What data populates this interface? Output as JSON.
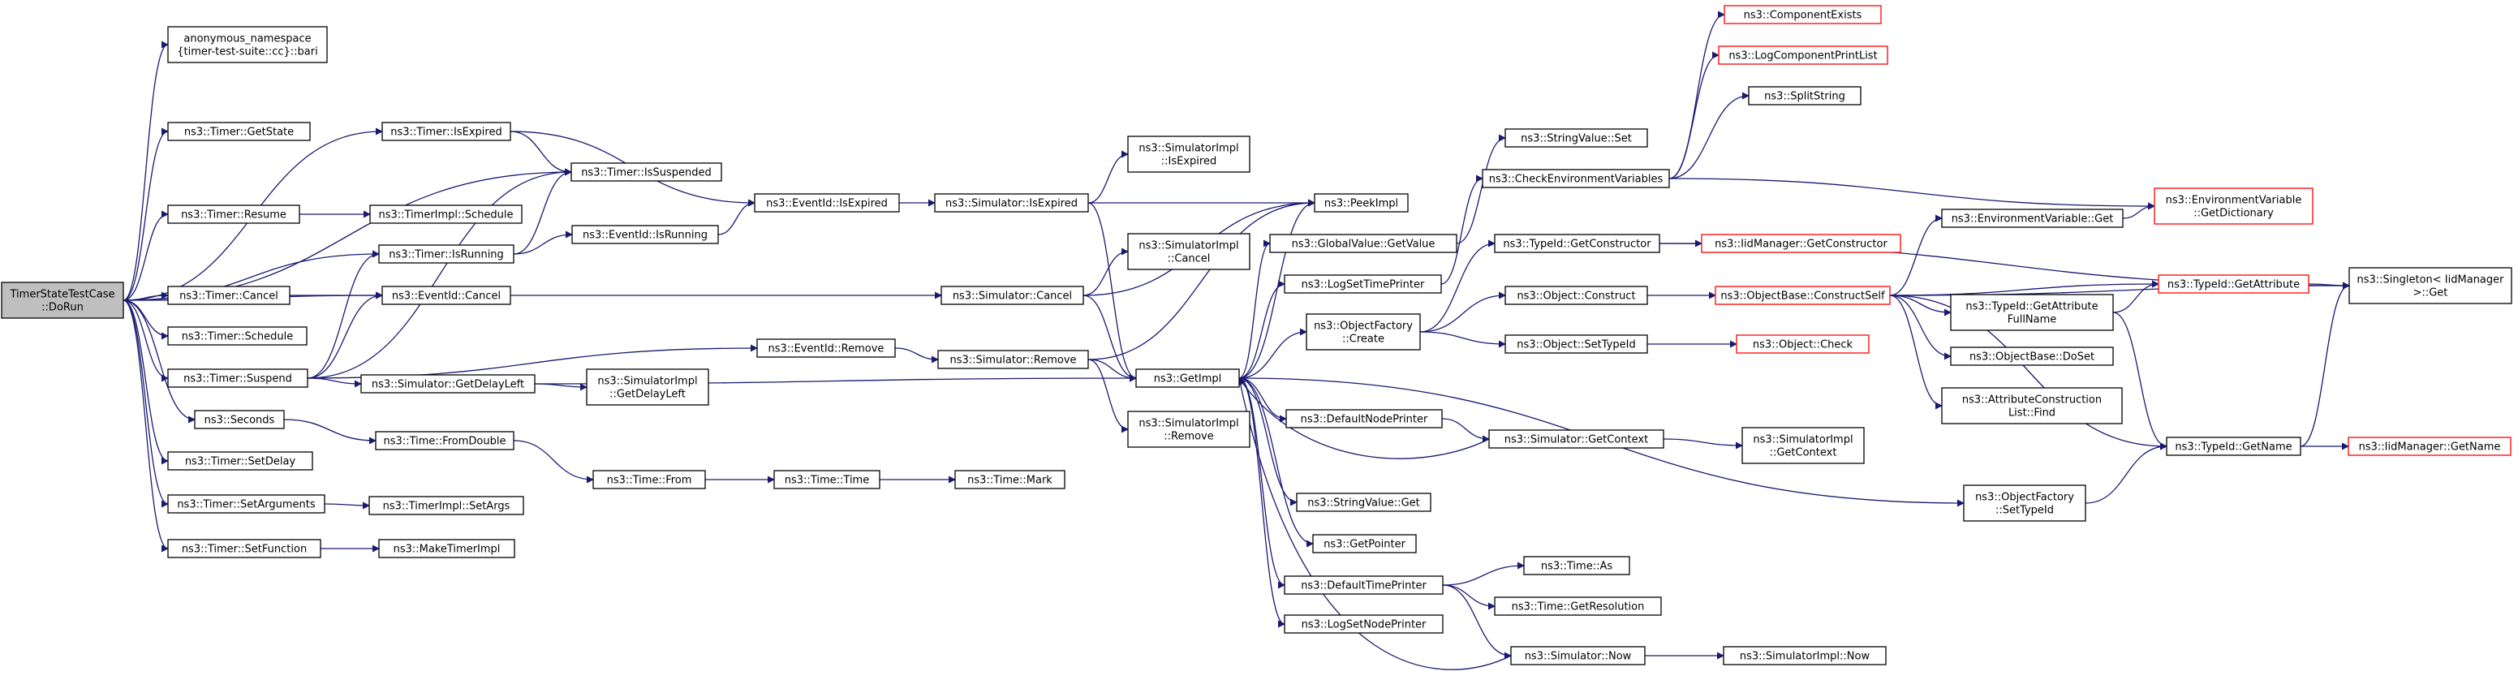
{
  "diagram": {
    "colors": {
      "edge": "#191970",
      "node_border": "#000000",
      "missing_border": "#ff0000",
      "root_fill": "#bfbfbf"
    },
    "nodes": [
      {
        "id": "root",
        "lines": [
          "TimerStateTestCase",
          "::DoRun"
        ],
        "style": "root"
      },
      {
        "id": "bari",
        "lines": [
          "anonymous_namespace",
          "{timer-test-suite::cc}::bari"
        ]
      },
      {
        "id": "getstate",
        "lines": [
          "ns3::Timer::GetState"
        ]
      },
      {
        "id": "timer_isexpired",
        "lines": [
          "ns3::Timer::IsExpired"
        ]
      },
      {
        "id": "timer_issuspended",
        "lines": [
          "ns3::Timer::IsSuspended"
        ]
      },
      {
        "id": "resume",
        "lines": [
          "ns3::Timer::Resume"
        ]
      },
      {
        "id": "timerimpl_schedule",
        "lines": [
          "ns3::TimerImpl::Schedule"
        ]
      },
      {
        "id": "timer_isrunning",
        "lines": [
          "ns3::Timer::IsRunning"
        ]
      },
      {
        "id": "eventid_isrunning",
        "lines": [
          "ns3::EventId::IsRunning"
        ]
      },
      {
        "id": "eventid_isexpired",
        "lines": [
          "ns3::EventId::IsExpired"
        ]
      },
      {
        "id": "sim_isexpired",
        "lines": [
          "ns3::Simulator::IsExpired"
        ]
      },
      {
        "id": "simimpl_isexpired",
        "lines": [
          "ns3::SimulatorImpl",
          "::IsExpired"
        ]
      },
      {
        "id": "peekimpl",
        "lines": [
          "ns3::PeekImpl"
        ]
      },
      {
        "id": "timer_cancel",
        "lines": [
          "ns3::Timer::Cancel"
        ]
      },
      {
        "id": "eventid_cancel",
        "lines": [
          "ns3::EventId::Cancel"
        ]
      },
      {
        "id": "sim_cancel",
        "lines": [
          "ns3::Simulator::Cancel"
        ]
      },
      {
        "id": "simimpl_cancel",
        "lines": [
          "ns3::SimulatorImpl",
          "::Cancel"
        ]
      },
      {
        "id": "timer_schedule",
        "lines": [
          "ns3::Timer::Schedule"
        ]
      },
      {
        "id": "timer_suspend",
        "lines": [
          "ns3::Timer::Suspend"
        ]
      },
      {
        "id": "sim_getdelayleft",
        "lines": [
          "ns3::Simulator::GetDelayLeft"
        ]
      },
      {
        "id": "simimpl_getdelayleft",
        "lines": [
          "ns3::SimulatorImpl",
          "::GetDelayLeft"
        ]
      },
      {
        "id": "eventid_remove",
        "lines": [
          "ns3::EventId::Remove"
        ]
      },
      {
        "id": "sim_remove",
        "lines": [
          "ns3::Simulator::Remove"
        ]
      },
      {
        "id": "simimpl_remove",
        "lines": [
          "ns3::SimulatorImpl",
          "::Remove"
        ]
      },
      {
        "id": "getimpl",
        "lines": [
          "ns3::GetImpl"
        ]
      },
      {
        "id": "seconds",
        "lines": [
          "ns3::Seconds"
        ]
      },
      {
        "id": "time_fromdouble",
        "lines": [
          "ns3::Time::FromDouble"
        ]
      },
      {
        "id": "time_from",
        "lines": [
          "ns3::Time::From"
        ]
      },
      {
        "id": "time_time",
        "lines": [
          "ns3::Time::Time"
        ]
      },
      {
        "id": "time_mark",
        "lines": [
          "ns3::Time::Mark"
        ]
      },
      {
        "id": "setdelay",
        "lines": [
          "ns3::Timer::SetDelay"
        ]
      },
      {
        "id": "setarguments",
        "lines": [
          "ns3::Timer::SetArguments"
        ]
      },
      {
        "id": "setargs",
        "lines": [
          "ns3::TimerImpl::SetArgs"
        ]
      },
      {
        "id": "setfunction",
        "lines": [
          "ns3::Timer::SetFunction"
        ]
      },
      {
        "id": "maketimerimpl",
        "lines": [
          "ns3::MakeTimerImpl"
        ]
      },
      {
        "id": "globalvalue_getvalue",
        "lines": [
          "ns3::GlobalValue::GetValue"
        ]
      },
      {
        "id": "logsettimeprinter",
        "lines": [
          "ns3::LogSetTimePrinter"
        ]
      },
      {
        "id": "objectfactory_create",
        "lines": [
          "ns3::ObjectFactory",
          "::Create"
        ]
      },
      {
        "id": "defaultnodeprinter",
        "lines": [
          "ns3::DefaultNodePrinter"
        ]
      },
      {
        "id": "sim_getcontext",
        "lines": [
          "ns3::Simulator::GetContext"
        ]
      },
      {
        "id": "simimpl_getcontext",
        "lines": [
          "ns3::SimulatorImpl",
          "::GetContext"
        ]
      },
      {
        "id": "stringvalue_get",
        "lines": [
          "ns3::StringValue::Get"
        ]
      },
      {
        "id": "getpointer",
        "lines": [
          "ns3::GetPointer"
        ]
      },
      {
        "id": "defaulttimeprinter",
        "lines": [
          "ns3::DefaultTimePrinter"
        ]
      },
      {
        "id": "logsetnodeprinter",
        "lines": [
          "ns3::LogSetNodePrinter"
        ]
      },
      {
        "id": "time_as",
        "lines": [
          "ns3::Time::As"
        ]
      },
      {
        "id": "time_getresolution",
        "lines": [
          "ns3::Time::GetResolution"
        ]
      },
      {
        "id": "sim_now",
        "lines": [
          "ns3::Simulator::Now"
        ]
      },
      {
        "id": "simimpl_now",
        "lines": [
          "ns3::SimulatorImpl::Now"
        ]
      },
      {
        "id": "stringvalue_set",
        "lines": [
          "ns3::StringValue::Set"
        ]
      },
      {
        "id": "checkenv",
        "lines": [
          "ns3::CheckEnvironmentVariables"
        ]
      },
      {
        "id": "componentexists",
        "lines": [
          "ns3::ComponentExists"
        ],
        "style": "red"
      },
      {
        "id": "logcomponentprintlist",
        "lines": [
          "ns3::LogComponentPrintList"
        ],
        "style": "red"
      },
      {
        "id": "splitstring",
        "lines": [
          "ns3::SplitString"
        ]
      },
      {
        "id": "typeid_getconstructor",
        "lines": [
          "ns3::TypeId::GetConstructor"
        ]
      },
      {
        "id": "iidmanager_getconstructor",
        "lines": [
          "ns3::IidManager::GetConstructor"
        ],
        "style": "red"
      },
      {
        "id": "object_construct",
        "lines": [
          "ns3::Object::Construct"
        ]
      },
      {
        "id": "objectbase_constructself",
        "lines": [
          "ns3::ObjectBase::ConstructSelf"
        ],
        "style": "red"
      },
      {
        "id": "object_settypeid",
        "lines": [
          "ns3::Object::SetTypeId"
        ]
      },
      {
        "id": "object_check",
        "lines": [
          "ns3::Object::Check"
        ],
        "style": "red"
      },
      {
        "id": "env_get",
        "lines": [
          "ns3::EnvironmentVariable::Get"
        ]
      },
      {
        "id": "env_getdictionary",
        "lines": [
          "ns3::EnvironmentVariable",
          "::GetDictionary"
        ],
        "style": "red"
      },
      {
        "id": "typeid_getattribute",
        "lines": [
          "ns3::TypeId::GetAttribute"
        ],
        "style": "red"
      },
      {
        "id": "typeid_getattributefullname",
        "lines": [
          "ns3::TypeId::GetAttribute",
          "FullName"
        ]
      },
      {
        "id": "objectbase_doset",
        "lines": [
          "ns3::ObjectBase::DoSet"
        ]
      },
      {
        "id": "attrconstructionlist_find",
        "lines": [
          "ns3::AttributeConstruction",
          "List::Find"
        ]
      },
      {
        "id": "typeid_getname",
        "lines": [
          "ns3::TypeId::GetName"
        ]
      },
      {
        "id": "iidmanager_getname",
        "lines": [
          "ns3::IidManager::GetName"
        ],
        "style": "red"
      },
      {
        "id": "singleton_get",
        "lines": [
          "ns3::Singleton< IidManager",
          ">::Get"
        ]
      },
      {
        "id": "objectfactory_settypeid",
        "lines": [
          "ns3::ObjectFactory",
          "::SetTypeId"
        ]
      }
    ],
    "edges": [
      [
        "root",
        "bari"
      ],
      [
        "root",
        "getstate"
      ],
      [
        "root",
        "timer_isexpired"
      ],
      [
        "root",
        "timer_issuspended"
      ],
      [
        "root",
        "resume"
      ],
      [
        "root",
        "timer_isrunning"
      ],
      [
        "root",
        "timer_cancel"
      ],
      [
        "root",
        "eventid_cancel"
      ],
      [
        "root",
        "timer_schedule"
      ],
      [
        "root",
        "timer_suspend"
      ],
      [
        "root",
        "seconds"
      ],
      [
        "root",
        "setdelay"
      ],
      [
        "root",
        "setarguments"
      ],
      [
        "root",
        "setfunction"
      ],
      [
        "timer_isexpired",
        "timer_issuspended"
      ],
      [
        "timer_isexpired",
        "eventid_isexpired"
      ],
      [
        "resume",
        "timerimpl_schedule"
      ],
      [
        "timer_isrunning",
        "timer_issuspended"
      ],
      [
        "timer_isrunning",
        "eventid_isrunning"
      ],
      [
        "eventid_isrunning",
        "eventid_isexpired"
      ],
      [
        "eventid_isexpired",
        "sim_isexpired"
      ],
      [
        "sim_isexpired",
        "simimpl_isexpired"
      ],
      [
        "sim_isexpired",
        "peekimpl"
      ],
      [
        "sim_isexpired",
        "getimpl"
      ],
      [
        "timer_cancel",
        "eventid_cancel"
      ],
      [
        "eventid_cancel",
        "sim_cancel"
      ],
      [
        "sim_cancel",
        "simimpl_cancel"
      ],
      [
        "sim_cancel",
        "peekimpl"
      ],
      [
        "sim_cancel",
        "getimpl"
      ],
      [
        "timer_suspend",
        "timer_isrunning"
      ],
      [
        "timer_suspend",
        "timer_issuspended"
      ],
      [
        "timer_suspend",
        "eventid_cancel"
      ],
      [
        "timer_suspend",
        "eventid_remove"
      ],
      [
        "timer_suspend",
        "sim_getdelayleft"
      ],
      [
        "sim_getdelayleft",
        "simimpl_getdelayleft"
      ],
      [
        "sim_getdelayleft",
        "getimpl"
      ],
      [
        "eventid_remove",
        "sim_remove"
      ],
      [
        "sim_remove",
        "peekimpl"
      ],
      [
        "sim_remove",
        "getimpl"
      ],
      [
        "sim_remove",
        "simimpl_remove"
      ],
      [
        "seconds",
        "time_fromdouble"
      ],
      [
        "time_fromdouble",
        "time_from"
      ],
      [
        "time_from",
        "time_time"
      ],
      [
        "time_time",
        "time_mark"
      ],
      [
        "setarguments",
        "setargs"
      ],
      [
        "setfunction",
        "maketimerimpl"
      ],
      [
        "getimpl",
        "peekimpl"
      ],
      [
        "getimpl",
        "globalvalue_getvalue"
      ],
      [
        "getimpl",
        "logsettimeprinter"
      ],
      [
        "getimpl",
        "objectfactory_create"
      ],
      [
        "getimpl",
        "defaultnodeprinter"
      ],
      [
        "getimpl",
        "stringvalue_get"
      ],
      [
        "getimpl",
        "getpointer"
      ],
      [
        "getimpl",
        "defaulttimeprinter"
      ],
      [
        "getimpl",
        "logsetnodeprinter"
      ],
      [
        "getimpl",
        "objectfactory_settypeid"
      ],
      [
        "globalvalue_getvalue",
        "stringvalue_set"
      ],
      [
        "logsettimeprinter",
        "checkenv"
      ],
      [
        "objectfactory_create",
        "typeid_getconstructor"
      ],
      [
        "objectfactory_create",
        "object_construct"
      ],
      [
        "objectfactory_create",
        "object_settypeid"
      ],
      [
        "defaultnodeprinter",
        "sim_getcontext"
      ],
      [
        "sim_getcontext",
        "getimpl"
      ],
      [
        "sim_getcontext",
        "simimpl_getcontext"
      ],
      [
        "defaulttimeprinter",
        "time_as"
      ],
      [
        "defaulttimeprinter",
        "time_getresolution"
      ],
      [
        "defaulttimeprinter",
        "sim_now"
      ],
      [
        "sim_now",
        "getimpl"
      ],
      [
        "sim_now",
        "simimpl_now"
      ],
      [
        "checkenv",
        "componentexists"
      ],
      [
        "checkenv",
        "logcomponentprintlist"
      ],
      [
        "checkenv",
        "splitstring"
      ],
      [
        "checkenv",
        "env_getdictionary"
      ],
      [
        "typeid_getconstructor",
        "iidmanager_getconstructor"
      ],
      [
        "typeid_getconstructor",
        "singleton_get"
      ],
      [
        "object_construct",
        "objectbase_constructself"
      ],
      [
        "object_settypeid",
        "object_check"
      ],
      [
        "objectbase_constructself",
        "env_get"
      ],
      [
        "objectbase_constructself",
        "typeid_getattribute"
      ],
      [
        "objectbase_constructself",
        "typeid_getattributefullname"
      ],
      [
        "objectbase_constructself",
        "objectbase_doset"
      ],
      [
        "objectbase_constructself",
        "attrconstructionlist_find"
      ],
      [
        "objectbase_constructself",
        "typeid_getname"
      ],
      [
        "objectbase_constructself",
        "singleton_get"
      ],
      [
        "env_get",
        "env_getdictionary"
      ],
      [
        "typeid_getattribute",
        "singleton_get"
      ],
      [
        "typeid_getattributefullname",
        "typeid_getattribute"
      ],
      [
        "typeid_getattributefullname",
        "typeid_getname"
      ],
      [
        "typeid_getname",
        "singleton_get"
      ],
      [
        "typeid_getname",
        "iidmanager_getname"
      ],
      [
        "objectfactory_settypeid",
        "typeid_getname"
      ]
    ]
  }
}
